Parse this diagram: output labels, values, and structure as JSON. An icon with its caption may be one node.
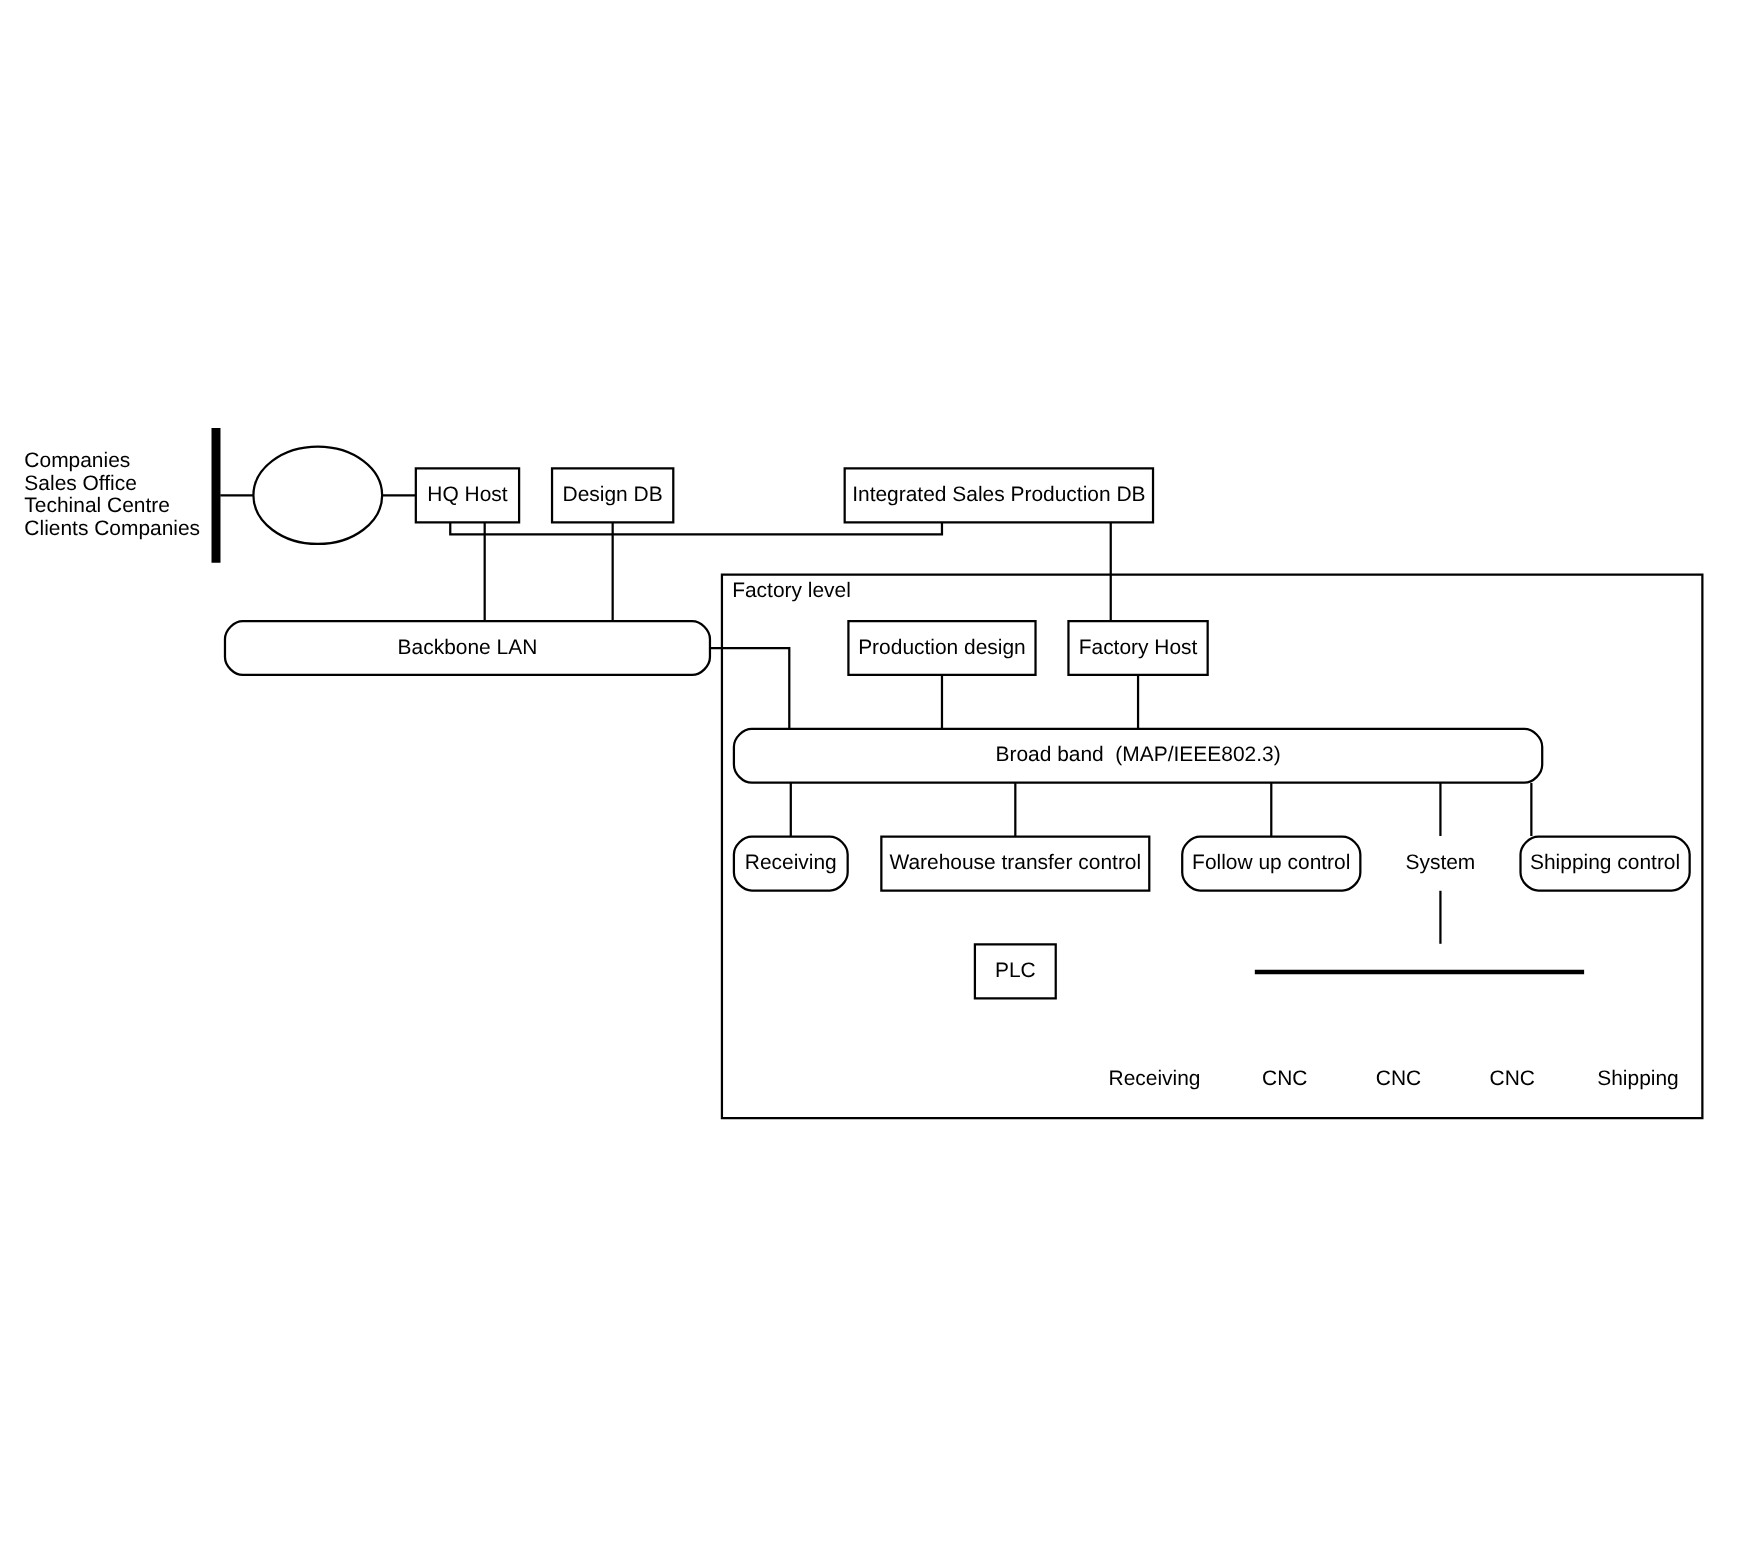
{
  "diagram": {
    "nodes": [
      {
        "text": [],
        "shape": "bar",
        "beside": [
          "Companies",
          "Sales Office",
          "Techinal Centre",
          "Clients Companies"
        ]
      },
      {
        "text": [],
        "shape": "circle"
      },
      {
        "text": [
          "HQ Host"
        ]
      },
      {
        "text": [
          "Integrated Sales Production DB"
        ]
      },
      {
        "text": [
          "Design DB"
        ]
      },
      {
        "text": [
          "Backbone LAN"
        ]
      },
      {
        "text": [
          "Factory level"
        ]
      },
      {
        "text": [
          "Factory Host"
        ],
        "in": 6
      },
      {
        "text": [
          "Production design"
        ],
        "in": 6
      },
      {
        "text": [
          "Broad band  (MAP/IEEE802.3)"
        ],
        "in": 6
      },
      {
        "text": [
          "Receiving"
        ],
        "in": 6
      },
      {
        "text": [
          "Warehouse transfer control"
        ],
        "in": 6
      },
      {
        "text": [
          "Follow up control"
        ],
        "in": 6
      },
      {
        "text": [
          "System"
        ],
        "in": 6
      },
      {
        "text": [
          "Shipping control"
        ],
        "in": 6
      },
      {
        "text": [
          "PLC"
        ],
        "in": 6
      },
      {
        "text": [],
        "shape": "bar",
        "in": 6
      }
    ],
    "edges": [
      {
        "from": 0,
        "to": 1,
        "arrow": "none"
      },
      {
        "from": 1,
        "to": 2,
        "arrow": "none"
      },
      {
        "from": 2,
        "to": 3,
        "arrow": "none"
      },
      {
        "from": 2,
        "to": 5,
        "arrow": "none"
      },
      {
        "from": 4,
        "to": 5,
        "arrow": "none"
      },
      {
        "from": 3,
        "to": 7,
        "arrow": "none"
      },
      {
        "from": 5,
        "to": 9,
        "arrow": "none"
      },
      {
        "from": 7,
        "to": 9,
        "arrow": "none"
      },
      {
        "from": 8,
        "to": 9,
        "arrow": "none"
      },
      {
        "from": 9,
        "to": 10,
        "arrow": "none"
      },
      {
        "from": 9,
        "to": 11,
        "arrow": "none"
      },
      {
        "from": 9,
        "to": 12,
        "arrow": "none"
      },
      {
        "from": 9,
        "to": 13,
        "arrow": "none"
      },
      {
        "from": 9,
        "to": 14,
        "arrow": "none"
      },
      {
        "from": 13,
        "to": 16,
        "arrow": "none"
      }
    ],
    "labels": [
      "Receiving",
      "CNC",
      "CNC",
      "CNC",
      "Shipping"
    ]
  }
}
